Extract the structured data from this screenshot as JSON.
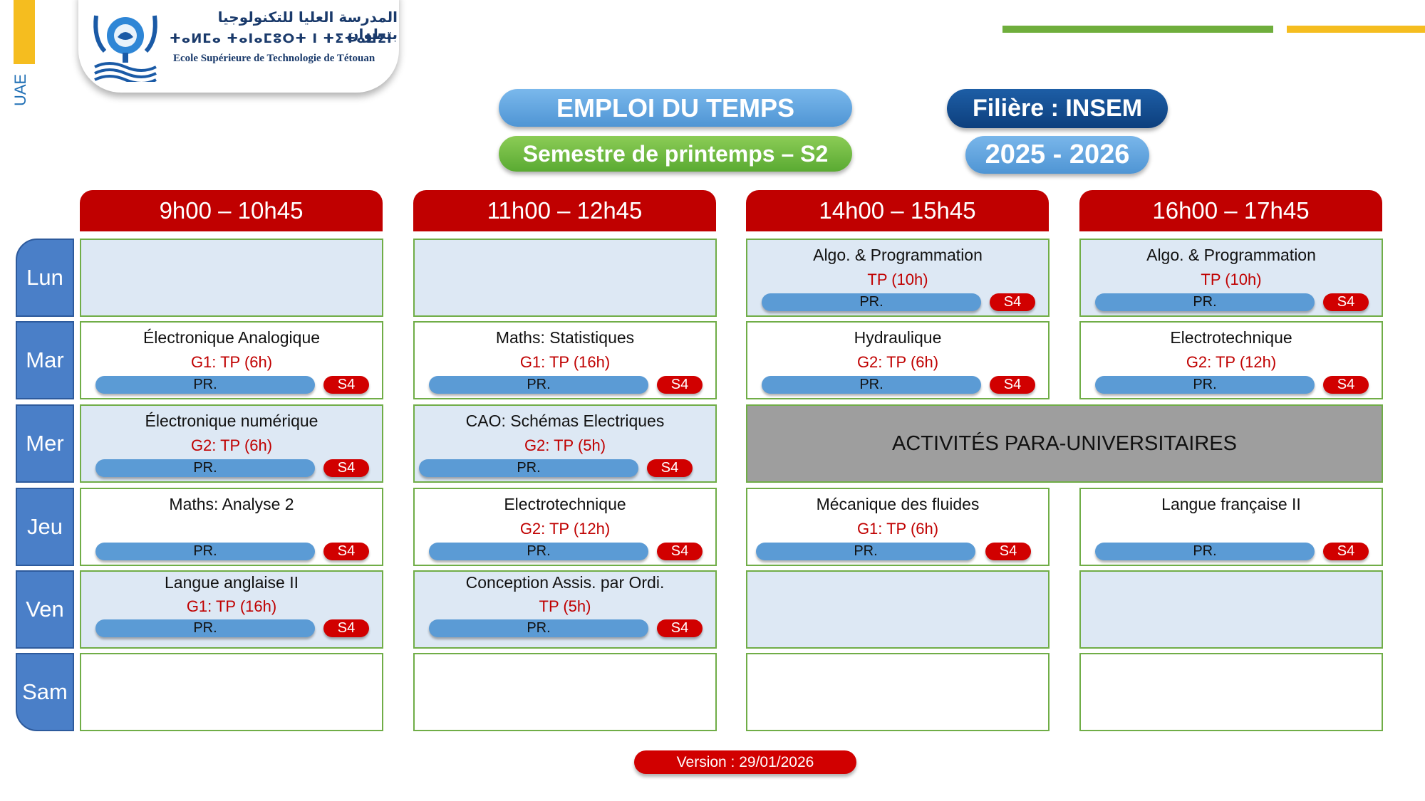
{
  "sidebar": {
    "uae_label": "UAE"
  },
  "logo": {
    "arabic": "المدرسة العليا للتكنولوجيا بتطوان",
    "tifinagh": "ⵜⴰⵍⵎⴰ ⵜⴰⵏⴰⵎⵓⵔⵜ ⵏ ⵜⵉⵜⴰⵡⵉⵏ",
    "french": "Ecole Supérieure de Technologie de Tétouan"
  },
  "header": {
    "title": "EMPLOI DU TEMPS",
    "semester": "Semestre de printemps – S2",
    "filiere": "Filière : INSEM",
    "year": "2025 - 2026"
  },
  "colors": {
    "time_header": "#c00000",
    "day_label": "#4a7fc8",
    "cell_border": "#70ad47",
    "shaded_cell": "#dde8f4",
    "type_text": "#c00000",
    "pr_pill": "#5b9bd5",
    "semester_pill": "#d10000",
    "activities_bg": "#9e9e9e"
  },
  "time_slots": [
    "9h00 – 10h45",
    "11h00 – 12h45",
    "14h00 – 15h45",
    "16h00 – 17h45"
  ],
  "days": [
    "Lun",
    "Mar",
    "Mer",
    "Jeu",
    "Ven",
    "Sam"
  ],
  "schedule": {
    "lun": [
      {},
      {},
      {
        "subject": "Algo. & Programmation",
        "type": "TP (10h)",
        "teacher": "PR.",
        "sem": "S4"
      },
      {
        "subject": "Algo. & Programmation",
        "type": "TP (10h)",
        "teacher": "PR.",
        "sem": "S4"
      }
    ],
    "mar": [
      {
        "subject": "Électronique Analogique",
        "type": "G1: TP (6h)",
        "teacher": "PR.",
        "sem": "S4"
      },
      {
        "subject": "Maths: Statistiques",
        "type": "G1: TP (16h)",
        "teacher": "PR.",
        "sem": "S4"
      },
      {
        "subject": "Hydraulique",
        "type": "G2: TP (6h)",
        "teacher": "PR.",
        "sem": "S4"
      },
      {
        "subject": "Electrotechnique",
        "type": "G2: TP (12h)",
        "teacher": "PR.",
        "sem": "S4"
      }
    ],
    "mer": [
      {
        "subject": "Électronique numérique",
        "type": "G2: TP (6h)",
        "teacher": "PR.",
        "sem": "S4"
      },
      {
        "subject": "CAO: Schémas Electriques",
        "type": "G2: TP (5h)",
        "teacher": "PR.",
        "sem": "S4"
      }
    ],
    "mer_afternoon": "ACTIVITÉS PARA-UNIVERSITAIRES",
    "jeu": [
      {
        "subject": "Maths: Analyse 2",
        "type": "",
        "teacher": "PR.",
        "sem": "S4"
      },
      {
        "subject": "Electrotechnique",
        "type": "G2: TP (12h)",
        "teacher": "PR.",
        "sem": "S4"
      },
      {
        "subject": "Mécanique des fluides",
        "type": "G1: TP (6h)",
        "teacher": "PR.",
        "sem": "S4"
      },
      {
        "subject": "Langue française II",
        "type": "",
        "teacher": "PR.",
        "sem": "S4"
      }
    ],
    "ven": [
      {
        "subject": "Langue anglaise II",
        "type": "G1: TP (16h)",
        "teacher": "PR.",
        "sem": "S4"
      },
      {
        "subject": "Conception Assis. par Ordi.",
        "type": "TP (5h)",
        "teacher": "PR.",
        "sem": "S4"
      },
      {},
      {}
    ],
    "sam": [
      {},
      {},
      {},
      {}
    ]
  },
  "footer": {
    "version": "Version : 29/01/2026"
  }
}
